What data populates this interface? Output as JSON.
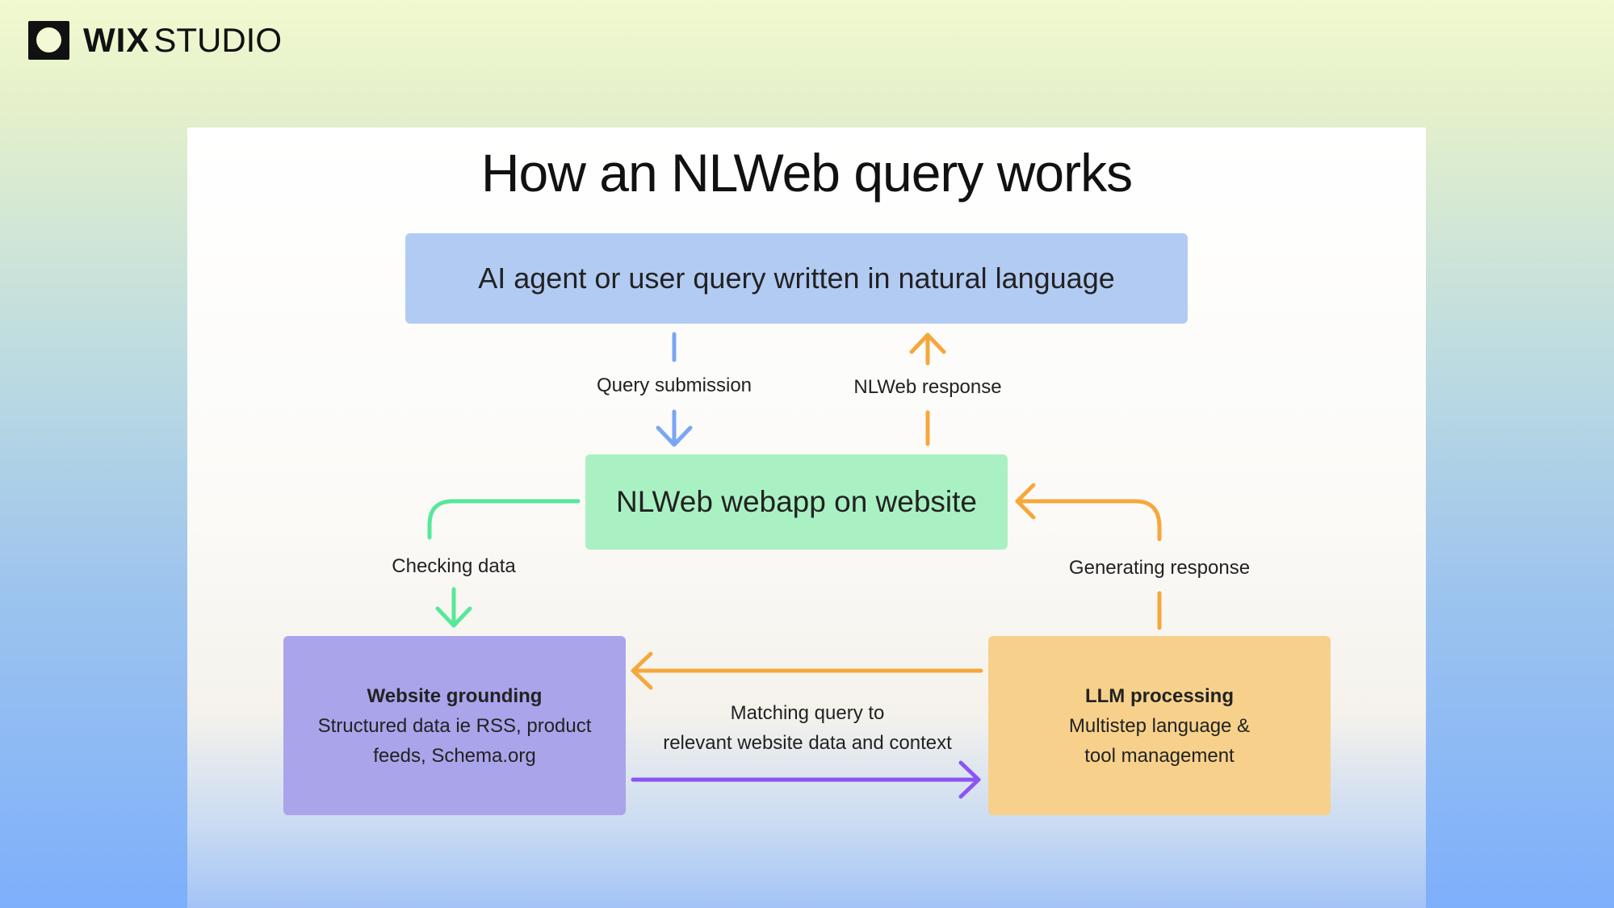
{
  "logo": {
    "brand": "WIX",
    "product": "STUDIO"
  },
  "title": "How an NLWeb query works",
  "boxes": {
    "query": "AI agent or user query written in natural language",
    "webapp": "NLWeb webapp on website",
    "grounding": {
      "title": "Website grounding",
      "line1": "Structured data ie RSS, product",
      "line2": "feeds, Schema.org"
    },
    "llm": {
      "title": "LLM processing",
      "line1": "Multistep language &",
      "line2": "tool management"
    }
  },
  "labels": {
    "query_submission": "Query submission",
    "nlweb_response": "NLWeb response",
    "checking_data": "Checking data",
    "generating_response": "Generating response",
    "matching_line1": "Matching query to",
    "matching_line2": "relevant website data and context"
  },
  "colors": {
    "blue_arrow": "#7aa6f3",
    "orange_arrow": "#f6a73c",
    "green_arrow": "#57e89a",
    "purple_arrow": "#8b54f3",
    "query_box": "#b2cbf3",
    "webapp_box": "#a9f1c3",
    "grounding_box": "#aaa4eb",
    "llm_box": "#f7d18b"
  }
}
